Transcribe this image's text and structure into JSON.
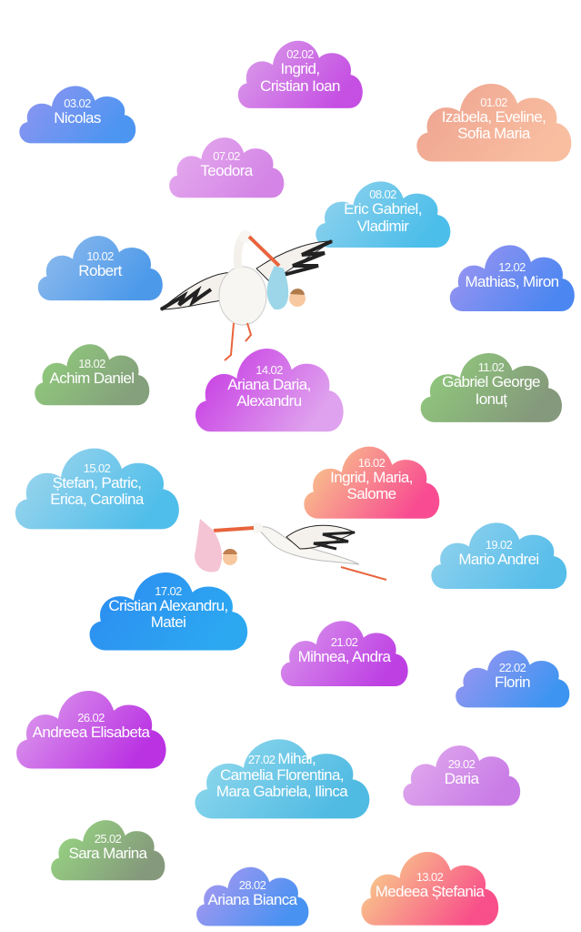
{
  "clouds": [
    {
      "date": "02.02",
      "lines": [
        "Ingrid,",
        "Cristian Ioan"
      ],
      "colors": [
        "#d89ae8",
        "#c040e0"
      ]
    },
    {
      "date": "03.02",
      "lines": [
        "Nicolas"
      ],
      "colors": [
        "#8a8cf0",
        "#3c8cf0"
      ]
    },
    {
      "date": "01.02",
      "lines": [
        "Izabela, Eveline,",
        "Sofia Maria"
      ],
      "colors": [
        "#ec9a86",
        "#f8b898"
      ]
    },
    {
      "date": "07.02",
      "lines": [
        "Teodora"
      ],
      "colors": [
        "#e4a6ec",
        "#d07ae4"
      ]
    },
    {
      "date": "08.02",
      "lines": [
        "Eric Gabriel,",
        "Vladimir"
      ],
      "colors": [
        "#8cd0ec",
        "#3cb8e8"
      ]
    },
    {
      "date": "10.02",
      "lines": [
        "Robert"
      ],
      "colors": [
        "#8ab8ec",
        "#3c90e8"
      ]
    },
    {
      "date": "12.02",
      "lines": [
        "Mathias, Miron"
      ],
      "colors": [
        "#9a8cf0",
        "#3c7cf0"
      ]
    },
    {
      "date": "18.02",
      "lines": [
        "Achim Daniel"
      ],
      "colors": [
        "#88cc70",
        "#7a9870"
      ]
    },
    {
      "date": "14.02",
      "lines": [
        "Ariana Daria,",
        "Alexandru"
      ],
      "colors": [
        "#c020e0",
        "#dc9aec"
      ]
    },
    {
      "date": "11.02",
      "lines": [
        "Gabriel George",
        "Ionuț"
      ],
      "colors": [
        "#88cc70",
        "#7a9070"
      ]
    },
    {
      "date": "15.02",
      "lines": [
        "Ștefan, Patric,",
        "Erica, Carolina"
      ],
      "colors": [
        "#9cd4ec",
        "#40b8e8"
      ]
    },
    {
      "date": "16.02",
      "lines": [
        "Ingrid, Maria,",
        "Salome"
      ],
      "colors": [
        "#f8d080",
        "#f83c88"
      ]
    },
    {
      "date": "17.02",
      "lines": [
        "Cristian Alexandru,",
        "Matei"
      ],
      "colors": [
        "#1a80f0",
        "#1aa0f0"
      ]
    },
    {
      "date": "19.02",
      "lines": [
        "Mario Andrei"
      ],
      "colors": [
        "#8ccfec",
        "#48b8e8"
      ]
    },
    {
      "date": "21.02",
      "lines": [
        "Mihnea, Andra"
      ],
      "colors": [
        "#d890ec",
        "#b830e0"
      ]
    },
    {
      "date": "22.02",
      "lines": [
        "Florin"
      ],
      "colors": [
        "#9a8cf0",
        "#2c8cf0"
      ]
    },
    {
      "date": "26.02",
      "lines": [
        "Andreea Elisabeta"
      ],
      "colors": [
        "#dc9aec",
        "#b420e0"
      ]
    },
    {
      "date": "27.02",
      "lines": [
        "Mihai,",
        "Camelia Florentina,",
        "Mara Gabriela, Ilinca"
      ],
      "date_inline": true,
      "colors": [
        "#8cd8ec",
        "#40b4e0"
      ]
    },
    {
      "date": "29.02",
      "lines": [
        "Daria"
      ],
      "colors": [
        "#e0a6ec",
        "#c470e4"
      ]
    },
    {
      "date": "25.02",
      "lines": [
        "Sara Marina"
      ],
      "colors": [
        "#90d878",
        "#7a9070"
      ]
    },
    {
      "date": "28.02",
      "lines": [
        "Ariana Bianca"
      ],
      "colors": [
        "#a890f0",
        "#3888f0"
      ]
    },
    {
      "date": "13.02",
      "lines": [
        "Medeea Ștefania"
      ],
      "colors": [
        "#f8d880",
        "#f84080"
      ]
    }
  ]
}
